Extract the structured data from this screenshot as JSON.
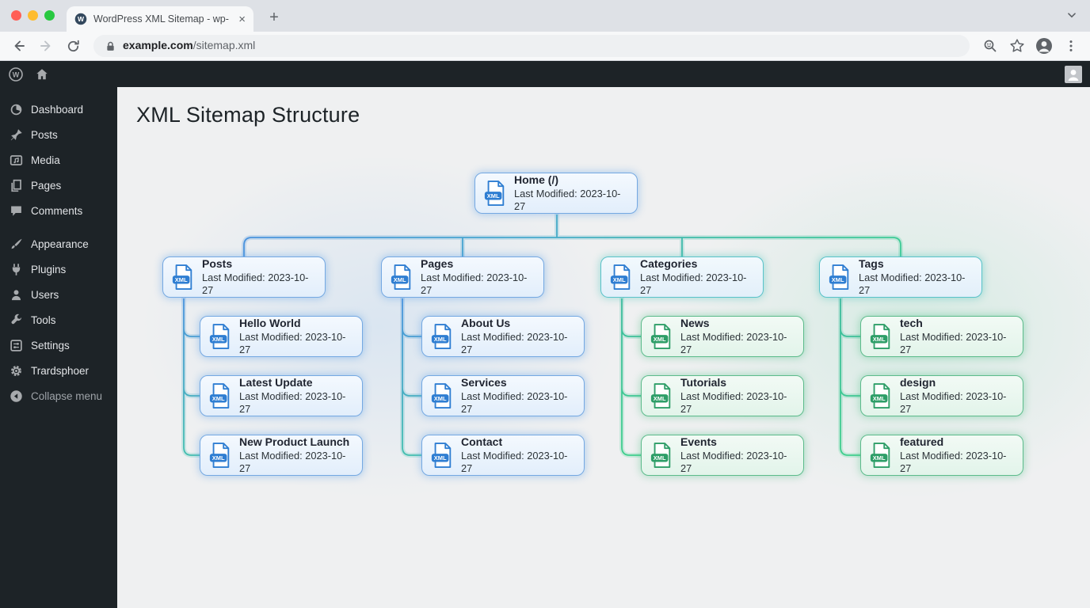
{
  "colors": {
    "blue_border": "#74a8e2",
    "teal_border": "#59c2c9",
    "green_border": "#5cbb8b",
    "blue_icon": "#2f7ed2",
    "green_icon": "#2e9e68",
    "connector_blue": "#4a93dd",
    "connector_green": "#3ecb96",
    "admin_dark": "#1d2327",
    "content_bg": "#eff0f1"
  },
  "browser": {
    "tab_title": "WordPress XML Sitemap - wp-",
    "tab_close": "×",
    "new_tab": "+",
    "url_domain": "example.com",
    "url_path": "/sitemap.xml"
  },
  "sidebar": {
    "items": [
      {
        "label": "Dashboard",
        "icon": "dashboard-icon"
      },
      {
        "label": "Posts",
        "icon": "pushpin-icon"
      },
      {
        "label": "Media",
        "icon": "media-icon"
      },
      {
        "label": "Pages",
        "icon": "pages-icon"
      },
      {
        "label": "Comments",
        "icon": "comment-icon"
      },
      {
        "label": "Appearance",
        "icon": "brush-icon"
      },
      {
        "label": "Plugins",
        "icon": "plug-icon"
      },
      {
        "label": "Users",
        "icon": "user-icon"
      },
      {
        "label": "Tools",
        "icon": "wrench-icon"
      },
      {
        "label": "Settings",
        "icon": "sliders-icon"
      },
      {
        "label": "Trardsphoer",
        "icon": "gear-icon"
      }
    ],
    "collapse_label": "Collapse menu"
  },
  "main": {
    "title": "XML Sitemap Structure",
    "node_icon_label": "XML",
    "tree": {
      "root": {
        "title": "Home (/)",
        "modified": "Last Modified: 2023-10-27"
      },
      "branches": [
        {
          "title": "Posts",
          "modified": "Last Modified: 2023-10-27",
          "children": [
            {
              "title": "Hello World",
              "modified": "Last Modified: 2023-10-27"
            },
            {
              "title": "Latest Update",
              "modified": "Last Modified: 2023-10-27"
            },
            {
              "title": "New Product Launch",
              "modified": "Last Modified: 2023-10-27"
            }
          ]
        },
        {
          "title": "Pages",
          "modified": "Last Modified: 2023-10-27",
          "children": [
            {
              "title": "About Us",
              "modified": "Last Modified: 2023-10-27"
            },
            {
              "title": "Services",
              "modified": "Last Modified: 2023-10-27"
            },
            {
              "title": "Contact",
              "modified": "Last Modified: 2023-10-27"
            }
          ]
        },
        {
          "title": "Categories",
          "modified": "Last Modified: 2023-10-27",
          "children": [
            {
              "title": "News",
              "modified": "Last Modified: 2023-10-27"
            },
            {
              "title": "Tutorials",
              "modified": "Last Modified: 2023-10-27"
            },
            {
              "title": "Events",
              "modified": "Last Modified: 2023-10-27"
            }
          ]
        },
        {
          "title": "Tags",
          "modified": "Last Modified: 2023-10-27",
          "children": [
            {
              "title": "tech",
              "modified": "Last Modified: 2023-10-27"
            },
            {
              "title": "design",
              "modified": "Last Modified: 2023-10-27"
            },
            {
              "title": "featured",
              "modified": "Last Modified: 2023-10-27"
            }
          ]
        }
      ]
    }
  }
}
